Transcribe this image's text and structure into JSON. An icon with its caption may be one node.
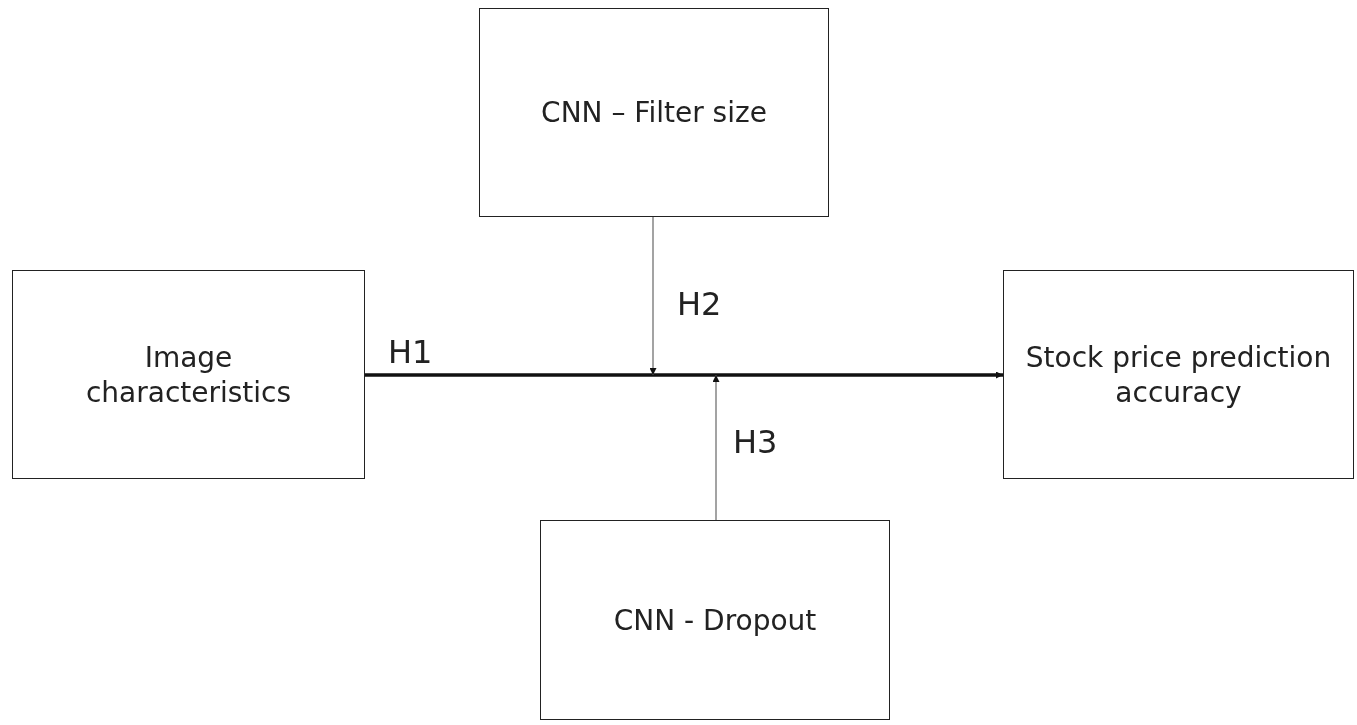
{
  "diagram": {
    "nodes": [
      {
        "text": [
          "Image characteristics"
        ]
      },
      {
        "text": [
          "CNN – Filter size"
        ]
      },
      {
        "text": [
          "Stock price prediction accuracy"
        ]
      },
      {
        "text": [
          "CNN - Dropout"
        ]
      }
    ],
    "edges": [
      {
        "from": 0,
        "to": 2,
        "arrow": "to",
        "label": "H1",
        "style": "thick"
      },
      {
        "from": 1,
        "to": null,
        "arrow": "to",
        "label": "H2"
      },
      {
        "from": 3,
        "to": null,
        "arrow": "to",
        "label": "H3"
      }
    ]
  }
}
